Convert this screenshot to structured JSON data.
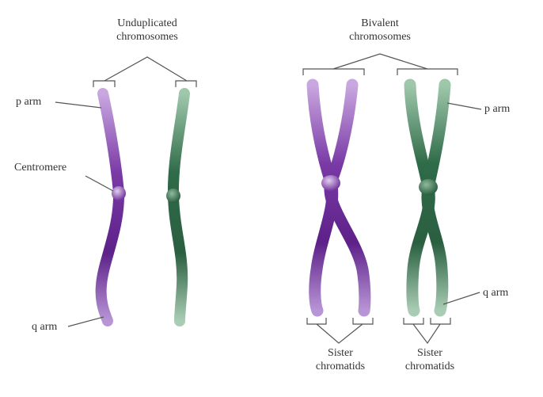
{
  "labels": {
    "unduplicated_line1": "Unduplicated",
    "unduplicated_line2": "chromosomes",
    "bivalent_line1": "Bivalent",
    "bivalent_line2": "chromosomes",
    "p_arm_left": "p arm",
    "centromere": "Centromere",
    "q_arm_left": "q arm",
    "p_arm_right": "p arm",
    "q_arm_right": "q arm",
    "sister1_line1": "Sister",
    "sister1_line2": "chromatids",
    "sister2_line1": "Sister",
    "sister2_line2": "chromatids"
  },
  "colors": {
    "purple": "#6b2b96",
    "purple_light": "#c9a8e0",
    "green": "#2e6b47",
    "green_light": "#a9cdb4"
  }
}
